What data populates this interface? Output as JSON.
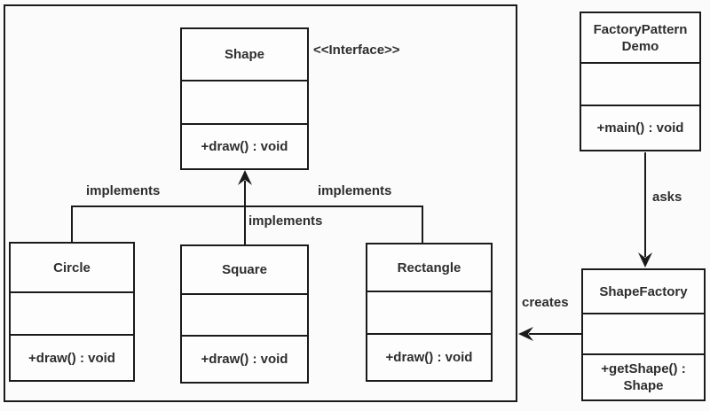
{
  "diagram": {
    "stereotype": "<<Interface>>",
    "classes": {
      "shape": {
        "name": "Shape",
        "method": "+draw() : void"
      },
      "circle": {
        "name": "Circle",
        "method": "+draw() : void"
      },
      "square": {
        "name": "Square",
        "method": "+draw() : void"
      },
      "rectangle": {
        "name": "Rectangle",
        "method": "+draw() : void"
      },
      "demo": {
        "name_line1": "FactoryPattern",
        "name_line2": "Demo",
        "method": "+main() : void"
      },
      "factory": {
        "name": "ShapeFactory",
        "method_line1": "+getShape() :",
        "method_line2": "Shape"
      }
    },
    "relationships": {
      "implements_left": "implements",
      "implements_middle": "implements",
      "implements_right": "implements",
      "asks": "asks",
      "creates": "creates"
    },
    "colors": {
      "line": "#1a1a1a",
      "text": "#2e2e2e",
      "background": "#fbfbfb",
      "box_fill": "#fdfdfd"
    }
  }
}
